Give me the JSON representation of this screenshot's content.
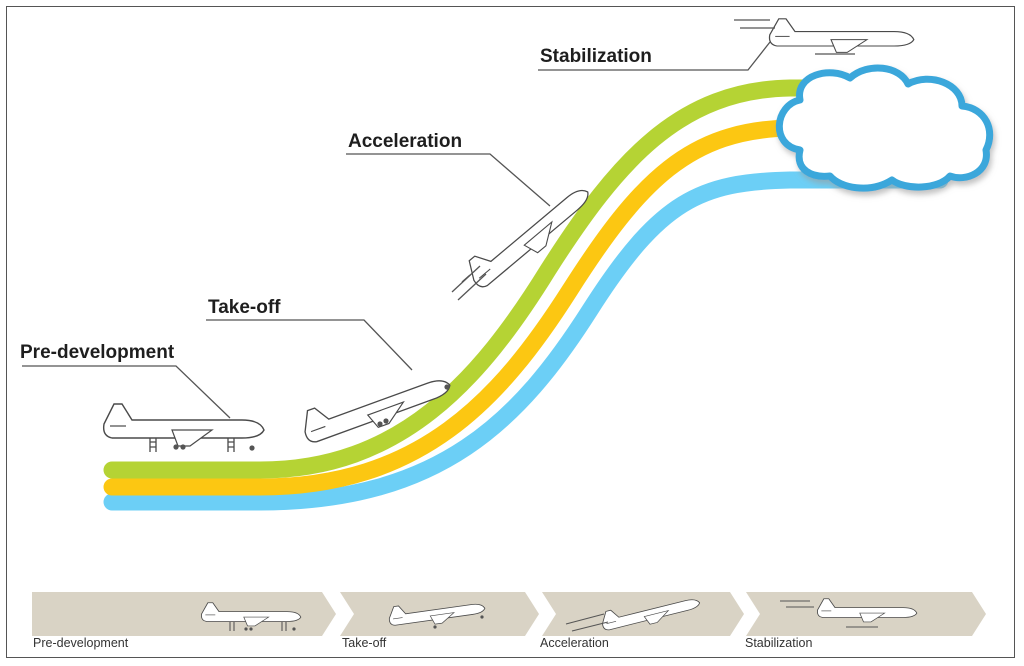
{
  "stages": [
    {
      "label": "Pre-development"
    },
    {
      "label": "Take-off"
    },
    {
      "label": "Acceleration"
    },
    {
      "label": "Stabilization"
    }
  ],
  "timeline": [
    {
      "label": "Pre-development"
    },
    {
      "label": "Take-off"
    },
    {
      "label": "Acceleration"
    },
    {
      "label": "Stabilization"
    }
  ],
  "colors": {
    "green": "#b5d334",
    "yellow": "#fcc712",
    "blue": "#6ccff6",
    "cloud": "#3aa7db",
    "arrow_band": "#d9d3c5",
    "plane_stroke": "#4a4a4a"
  }
}
